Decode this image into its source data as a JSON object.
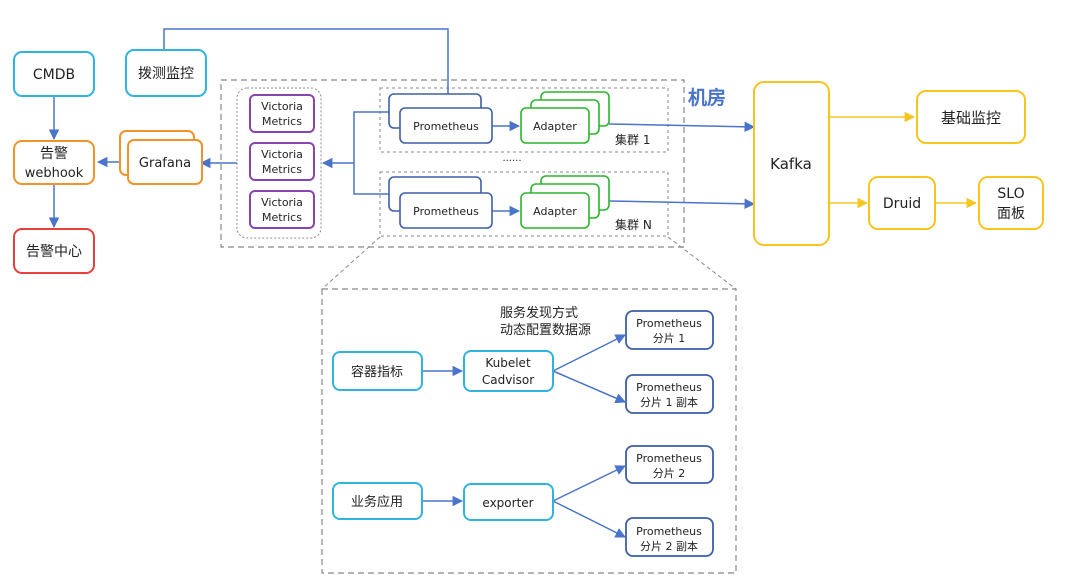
{
  "nodes": {
    "cmdb": "CMDB",
    "probe": "拨测监控",
    "alert_webhook": [
      "告警",
      "webhook"
    ],
    "grafana": "Grafana",
    "alert_center": "告警中心",
    "vm1": [
      "Victoria",
      "Metrics"
    ],
    "vm2": [
      "Victoria",
      "Metrics"
    ],
    "vm3": [
      "Victoria",
      "Metrics"
    ],
    "prom_c1": "Prometheus",
    "adapter_c1": "Adapter",
    "cluster1": "集群 1",
    "dots": "......",
    "prom_cn": "Prometheus",
    "adapter_cn": "Adapter",
    "clusterN": "集群 N",
    "idc": "机房",
    "kafka": "Kafka",
    "base_monitor": "基础监控",
    "druid": "Druid",
    "slo": [
      "SLO",
      "面板"
    ],
    "sd_note": [
      "服务发现方式",
      "动态配置数据源"
    ],
    "container_metrics": "容器指标",
    "kubelet": [
      "Kubelet",
      "Cadvisor"
    ],
    "shard1": [
      "Prometheus",
      "分片 1"
    ],
    "shard1_replica": [
      "Prometheus",
      "分片 1 副本"
    ],
    "biz_app": "业务应用",
    "exporter": "exporter",
    "shard2": [
      "Prometheus",
      "分片 2"
    ],
    "shard2_replica": [
      "Prometheus",
      "分片 2 副本"
    ]
  },
  "colors": {
    "blue_box": "#2fb4e0",
    "orange_box": "#f0932b",
    "red_box": "#e8413d",
    "purple_box": "#8a44b0",
    "navy_box": "#3d5fa8",
    "green_box": "#2bb52b",
    "yellow_box": "#f7c520",
    "arrow_blue": "#4a74c9",
    "arrow_yellow": "#f7c520",
    "dashed": "#888888",
    "idc_label": "#4a74c9"
  }
}
